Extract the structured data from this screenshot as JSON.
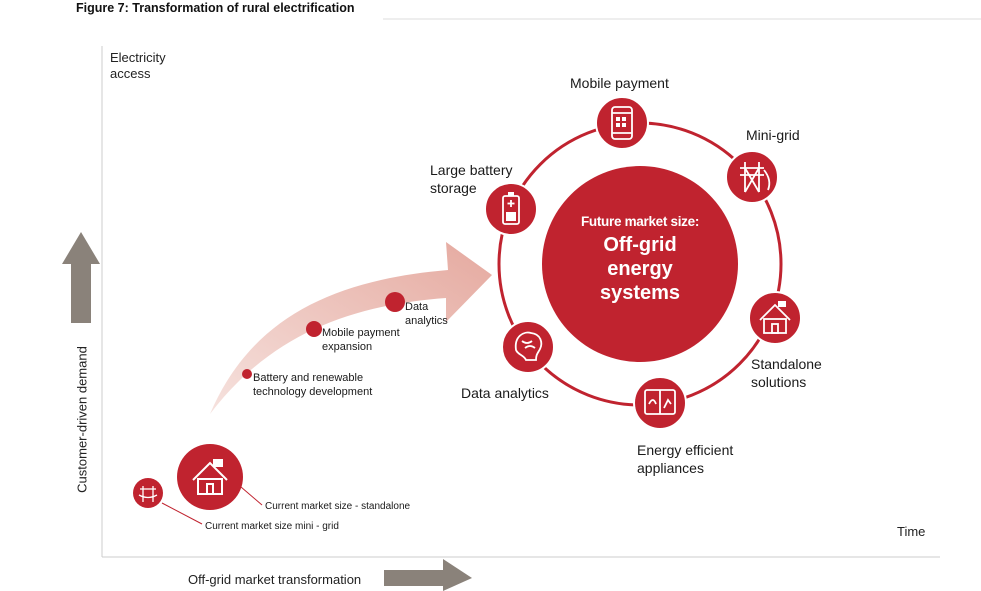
{
  "figure_title": "Figure 7: Transformation of rural electrification",
  "axes": {
    "y_label": "Electricity\naccess",
    "x_label": "Time",
    "demand_label": "Customer-driven demand",
    "transformation_label": "Off-grid market transformation"
  },
  "arrow_steps": [
    {
      "label": "Battery and renewable\ntechnology development"
    },
    {
      "label": "Mobile payment\nexpansion"
    },
    {
      "label": "Data\nanalytics"
    }
  ],
  "current": {
    "standalone_label": "Current market size - standalone",
    "minigrid_label": "Current market size mini - grid"
  },
  "center": {
    "subtitle": "Future market size:",
    "title": "Off-grid energy systems"
  },
  "ring_items": [
    {
      "label": "Mobile payment",
      "icon": "mobile-phone-icon"
    },
    {
      "label": "Mini-grid",
      "icon": "mini-grid-icon"
    },
    {
      "label": "Standalone\nsolutions",
      "icon": "standalone-house-icon"
    },
    {
      "label": "Energy efficient\nappliances",
      "icon": "appliance-icon"
    },
    {
      "label": "Data analytics",
      "icon": "brain-icon"
    },
    {
      "label": "Large battery\nstorage",
      "icon": "battery-icon"
    }
  ],
  "colors": {
    "accent": "#c0232f",
    "arrow_fill": "#e7b3ab",
    "axis_gray": "#8a827a",
    "border_gray": "#cccccc"
  }
}
